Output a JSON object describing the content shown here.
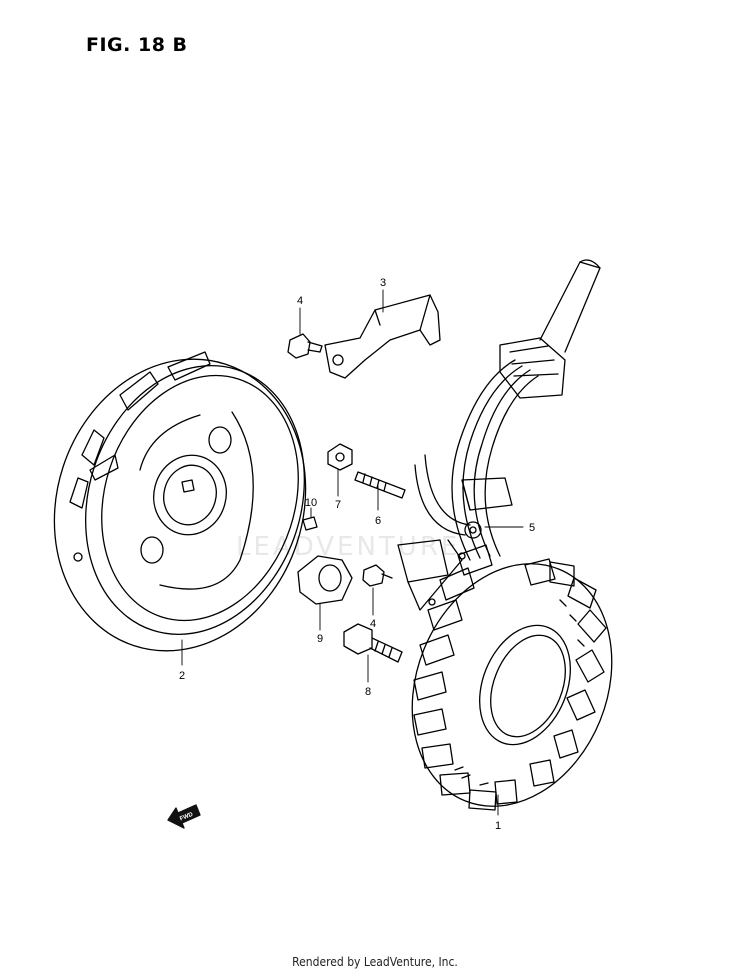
{
  "figure": {
    "title": "FIG. 18 B"
  },
  "callouts": [
    "1",
    "2",
    "3",
    "4",
    "4",
    "5",
    "6",
    "7",
    "8",
    "9",
    "10"
  ],
  "direction_label": "FWD",
  "watermark": "LEADVENTURE",
  "footer": {
    "credit": "Rendered by LeadVenture, Inc."
  }
}
